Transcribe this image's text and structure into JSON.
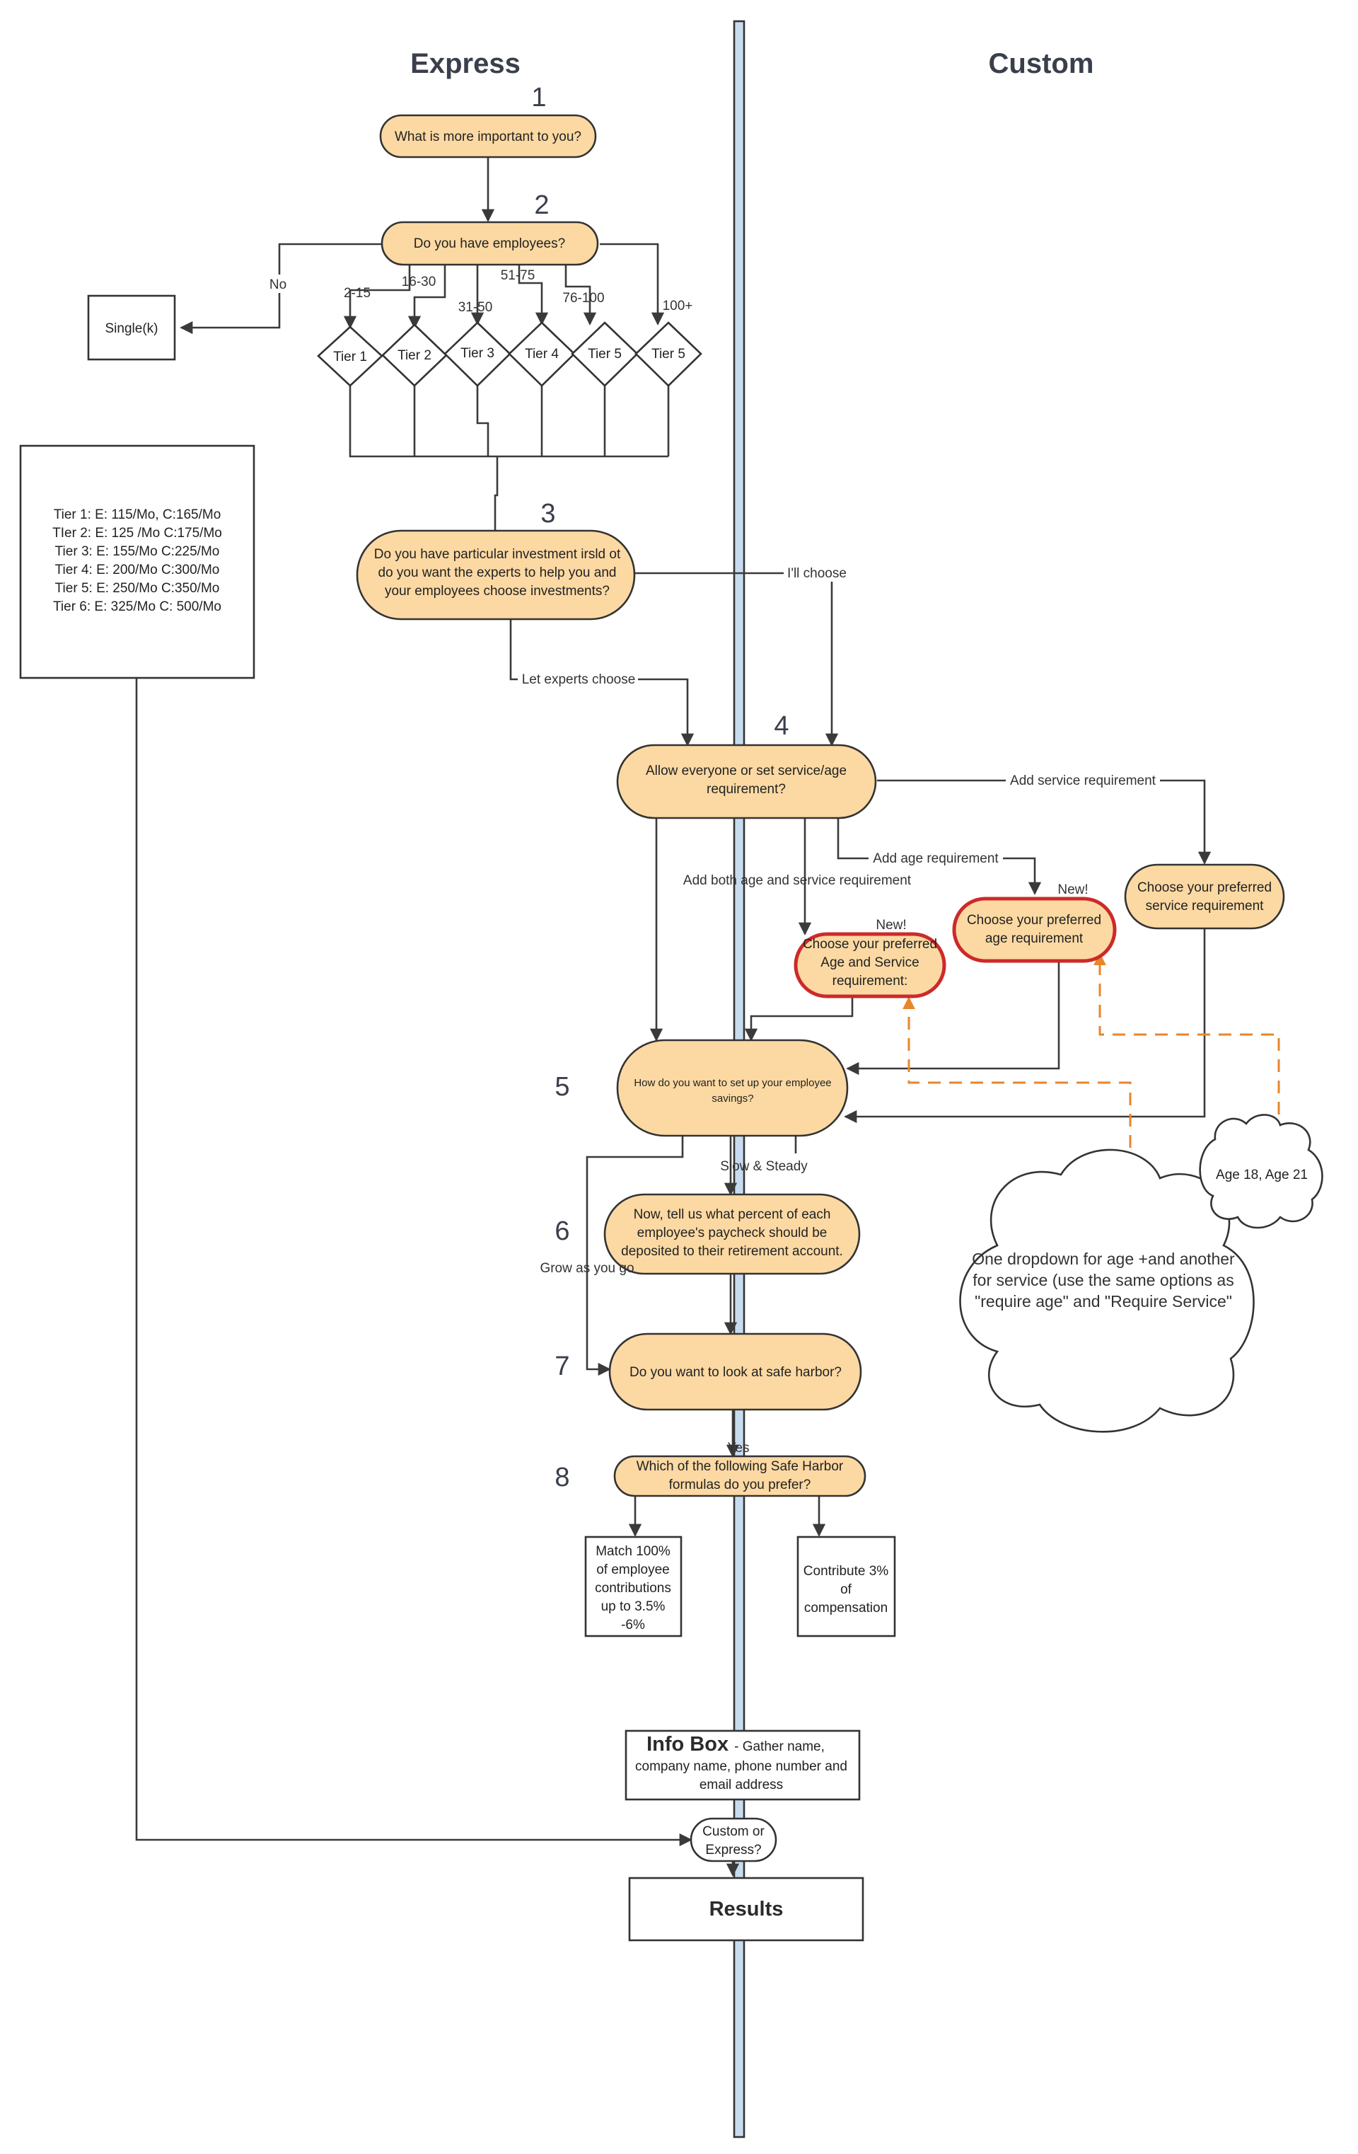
{
  "headers": {
    "express": "Express",
    "custom": "Custom"
  },
  "steps": [
    "1",
    "2",
    "3",
    "4",
    "5",
    "6",
    "7",
    "8"
  ],
  "colors": {
    "node_fill": "#fcd9a3",
    "highlight_border": "#cc2a2a",
    "dashed_line": "#e8862a",
    "center_bar": "#c9dcef"
  },
  "nodes": {
    "q1": [
      "What is more important to you?"
    ],
    "q2": [
      "Do you have employees?"
    ],
    "single": [
      "Single(k)"
    ],
    "tiers": [
      "Tier 1",
      "Tier 2",
      "Tier 3",
      "Tier 4",
      "Tier 5",
      "Tier 5"
    ],
    "pricing": [
      "Tier 1: E: 115/Mo, C:165/Mo",
      "TIer 2:  E: 125 /Mo C:175/Mo",
      "Tier 3: E: 155/Mo C:225/Mo",
      "Tier 4: E: 200/Mo C:300/Mo",
      "Tier 5: E: 250/Mo C:350/Mo",
      "Tier 6: E: 325/Mo C: 500/Mo"
    ],
    "q3": [
      "Do you have particular investment irsld ot",
      "do you want the experts to help you and",
      "your employees choose investments?"
    ],
    "q4": [
      "Allow everyone or set service/age",
      "requirement?"
    ],
    "service_req": [
      "Choose your preferred",
      "service requirement"
    ],
    "age_req": [
      "Choose your preferred",
      "age requirement"
    ],
    "age_service_req": [
      "Choose your preferred",
      "Age and Service",
      "requirement:"
    ],
    "new_label": "New!",
    "q5": [
      "How do you want to set up your employee",
      "savings?"
    ],
    "q6": [
      "Now, tell us what percent of each",
      "employee's paycheck should be",
      "deposited to their retirement account."
    ],
    "q7": [
      "Do you want to look at safe harbor?"
    ],
    "q8": [
      "Which of the following Safe Harbor",
      "formulas do you prefer?"
    ],
    "match": [
      "Match 100%",
      "of employee",
      "contributions",
      "up to 3.5%",
      "-6%"
    ],
    "contribute": [
      "Contribute 3%",
      "of",
      "compensation"
    ],
    "info_box_title": "Info Box",
    "info_box_text": [
      "-  Gather name,",
      "company name, phone number and",
      "email address"
    ],
    "custom_or_express": [
      "Custom or",
      "Express?"
    ],
    "results": "Results",
    "cloud_big": [
      "One  dropdown for age +and another",
      "for service (use the same options as",
      "\"require age\" and \"Require Service\""
    ],
    "cloud_small": [
      "Age 18, Age 21"
    ]
  },
  "edge_labels": {
    "no": "No",
    "r1": "2-15",
    "r2": "16-30",
    "r3": "31-50",
    "r4": "51-75",
    "r5": "76-100",
    "r6": "100+",
    "ill_choose": "I'll choose",
    "let_experts": "Let experts choose",
    "add_service": "Add service requirement",
    "add_age": "Add age requirement",
    "add_both": "Add both age and service requirement",
    "slow": "Slow & Steady",
    "grow": "Grow as you go",
    "yes": "Yes"
  }
}
